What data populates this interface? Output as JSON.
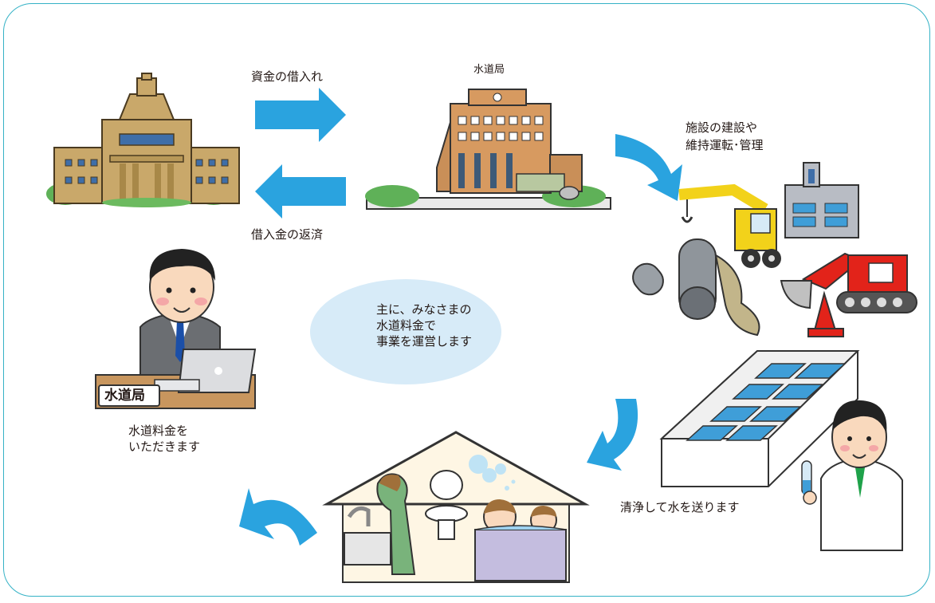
{
  "labels": {
    "borrow": "資金の借入れ",
    "repay": "借入金の返済",
    "waterworks_title": "水道局",
    "construction_line1": "施設の建設や",
    "construction_line2": "維持運転･管理",
    "center_line1": "主に、みなさまの",
    "center_line2": "水道料金で",
    "center_line3": "事業を運営します",
    "desk_sign": "水道局",
    "fee_line1": "水道料金を",
    "fee_line2": "いただきます",
    "purify": "清浄して水を送ります"
  },
  "colors": {
    "arrow": "#2aa3df",
    "frame": "#35b2c6",
    "ellipse": "#d7ebf8",
    "building": "#c9a86a",
    "waterworks": "#c98f58"
  }
}
